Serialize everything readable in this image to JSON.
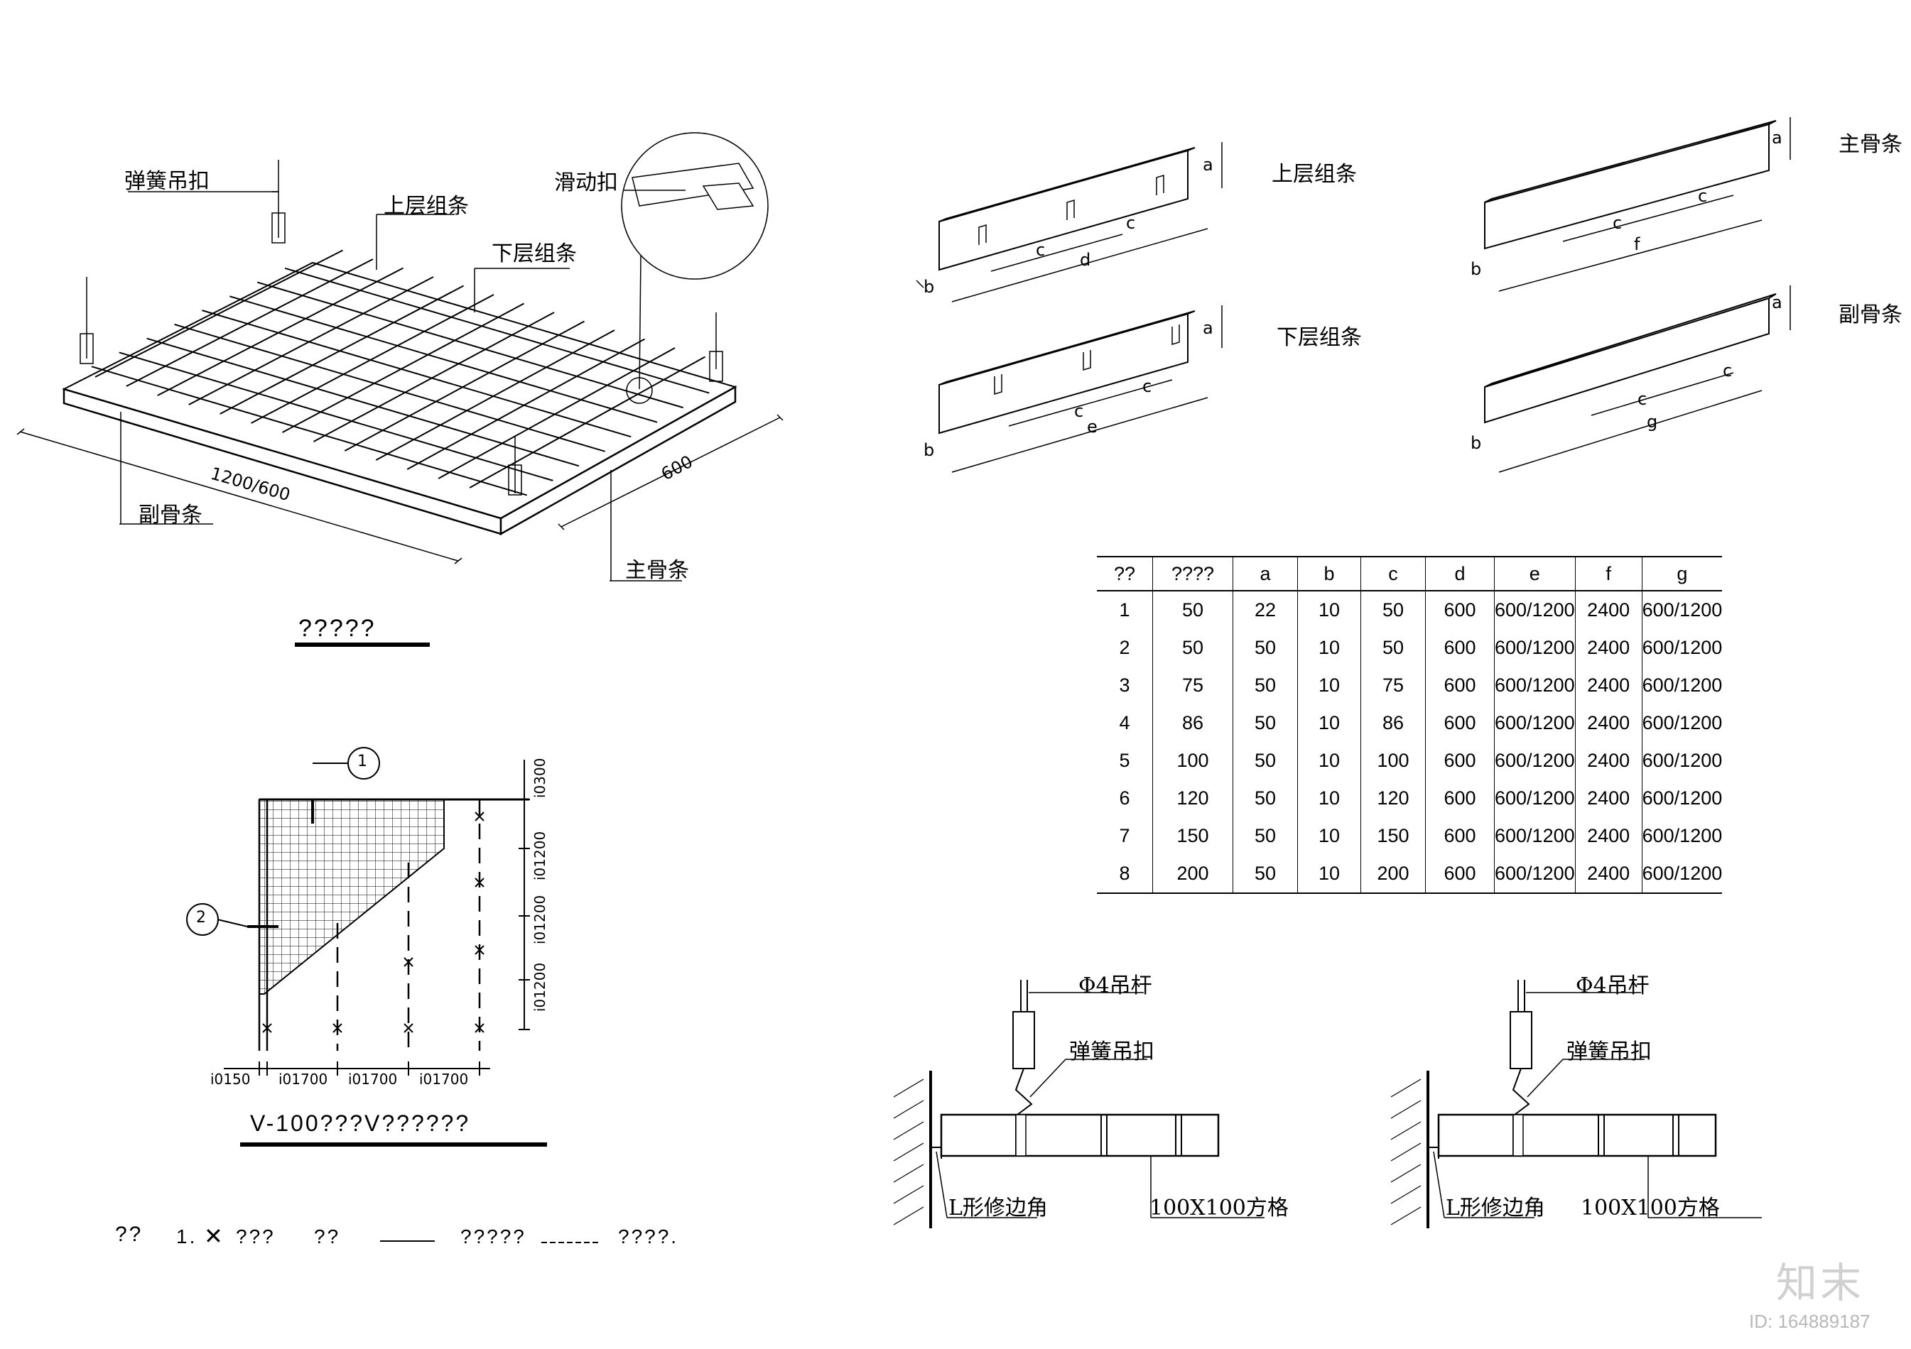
{
  "iso_view": {
    "labels": {
      "spring_clip": "弹簧吊扣",
      "upper_grid": "上层组条",
      "lower_grid": "下层组条",
      "sliding_clip": "滑动扣",
      "sub_keel": "副骨条",
      "main_keel": "主骨条",
      "dim_long": "1200/600",
      "dim_short": "600"
    },
    "title": "?????"
  },
  "components": {
    "upper": "上层组条",
    "lower": "下层组条",
    "main": "主骨条",
    "sub": "副骨条",
    "letters": {
      "a": "a",
      "b": "b",
      "c": "c",
      "d": "d",
      "e": "e",
      "f": "f",
      "g": "g"
    }
  },
  "table": {
    "headers": [
      "??",
      "????",
      "a",
      "b",
      "c",
      "d",
      "e",
      "f",
      "g"
    ],
    "rows": [
      [
        "1",
        "50",
        "22",
        "10",
        "50",
        "600",
        "600/1200",
        "2400",
        "600/1200"
      ],
      [
        "2",
        "50",
        "50",
        "10",
        "50",
        "600",
        "600/1200",
        "2400",
        "600/1200"
      ],
      [
        "3",
        "75",
        "50",
        "10",
        "75",
        "600",
        "600/1200",
        "2400",
        "600/1200"
      ],
      [
        "4",
        "86",
        "50",
        "10",
        "86",
        "600",
        "600/1200",
        "2400",
        "600/1200"
      ],
      [
        "5",
        "100",
        "50",
        "10",
        "100",
        "600",
        "600/1200",
        "2400",
        "600/1200"
      ],
      [
        "6",
        "120",
        "50",
        "10",
        "120",
        "600",
        "600/1200",
        "2400",
        "600/1200"
      ],
      [
        "7",
        "150",
        "50",
        "10",
        "150",
        "600",
        "600/1200",
        "2400",
        "600/1200"
      ],
      [
        "8",
        "200",
        "50",
        "10",
        "200",
        "600",
        "600/1200",
        "2400",
        "600/1200"
      ]
    ]
  },
  "plan": {
    "circle1": "1",
    "circle2": "2",
    "dims_v": [
      "i0300",
      "i01200",
      "i01200",
      "i01200"
    ],
    "dims_h": [
      "i0150",
      "i01700",
      "i01700",
      "i01700"
    ],
    "title": "V-100???V??????"
  },
  "legend": {
    "label": "??",
    "item1_num": "1.",
    "item1_mark": "✕",
    "item1_text": "???",
    "item2_text": "??",
    "item3_text": "?????",
    "item4_text": "????."
  },
  "sections": {
    "rod": "Φ4吊杆",
    "clip": "弹簧吊扣",
    "edge": "L形修边角",
    "grid": "100X100方格"
  },
  "watermark": {
    "brand": "知末",
    "id": "ID: 164889187"
  }
}
